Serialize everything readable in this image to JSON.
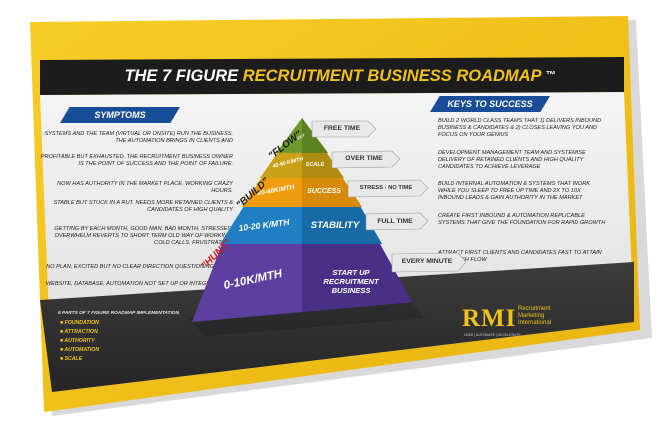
{
  "title": {
    "prefix": "THE 7 FIGURE",
    "highlight": "RECRUITMENT BUSINESS ROADMAP",
    "mark": "™"
  },
  "symptoms_tag": "SYMPTOMS",
  "keys_tag": "KEYS TO SUCCESS",
  "symptoms": [
    "SYSTEMS AND THE TEAM (VIRTUAL OR ONSITE) RUN THE BUSINESS. THE AUTOMATION BRINGS IN CLIENTS AND",
    "PROFITABLE BUT EXHAUSTED. THE RECRUITMENT BUSINESS OWNER IS THE POINT OF SUCCESS AND THE POINT OF FAILURE.",
    "NOW HAS AUTHORITY IN THE MARKET PLACE. WORKING CRAZY HOURS.",
    "STABLE BUT STUCK IN A RUT. NEEDS MORE RETAINED CLIENTS & CANDIDATES OF HIGH QUALITY",
    "GETTING BY EACH MONTH, GOOD MAN, BAD MONTH, STRESSED, OVERWHELM REVERTS TO SHORT TERM OLD WAY OF WORKING, COLD CALLS, FRUSTRATION.",
    "NO PLAN, EXCITED BUT NO CLEAR DIRECTION QUESTIONING NICHE",
    "WEBSITE, DATABASE, AUTOMATION NOT SET UP OR INTEGRATED AT ALL"
  ],
  "keys": [
    "BUILD 2 WORLD CLASS TEAMS THAT 1) DELIVERS INBOUND BUSINESS & CANDIDATES & 2) CLOSES LEAVING YOU AND FOCUS ON YOUR GENIUS",
    "DEVELOPMENT MANAGEMENT TEAM AND SYSTEMISE DELIVERY OF RETAINED CLIENTS AND HIGH QUALITY CANDIDATES TO ACHIEVE LEVERAGE",
    "BUILD INTERNAL AUTOMATION & SYSTEMS THAT WORK WHILE YOU SLEEP TO FREE UP TIME AND 2X TO 10X INBOUND LEADS & GAIN AUTHORITY IN THE MARKET",
    "CREATE FIRST INBOUND & AUTOMATION REPLICABLE SYSTEMS THAT GIVE THE FOUNDATION FOR RAPID GROWTH",
    "ATTRACT FIRST CLIENTS AND CANDIDATES FAST TO ATTAIN FAST CASH FLOW"
  ],
  "tiers": [
    {
      "value": "EXIT",
      "stage": ""
    },
    {
      "value": "40-60 K/MTH",
      "stage": "SCALE"
    },
    {
      "value": "20-40K/MTH",
      "stage": "SUCCESS"
    },
    {
      "value": "10-20 K/MTH",
      "stage": "STABILITY"
    },
    {
      "value": "0-10K/MTH",
      "stage": "START UP RECRUITMENT BUSINESS"
    }
  ],
  "time_labels": [
    "FREE TIME",
    "OVER TIME",
    "STRESS - NO TIME",
    "FULL TIME",
    "EVERY MINUTE"
  ],
  "phase_labels": {
    "top": "\"FLOW\"",
    "middle": "\"BUILD\"",
    "bottom": "\"HUNT\""
  },
  "bottom_list": {
    "heading": "5 PARTS OF 7 FIGURE ROADMAP IMPLEMENTATION",
    "items": [
      "FOUNDATION",
      "ATTRACTION",
      "AUTHORITY",
      "AUTOMATION",
      "SCALE"
    ]
  },
  "logo": {
    "mark": "RMI",
    "lines": [
      "Recruitment",
      "Marketing",
      "International"
    ],
    "tagline": "LEAD  |  AUTOMATE  |  ACCELERATE"
  },
  "colors": {
    "cover_yellow": "#f5c417",
    "title_band": "#1c1c1c",
    "title_highlight": "#f2c21b",
    "tag_blue": "#1a4d98",
    "dark_band": "#2b2b2b",
    "tier_exit": "#6e9a2a",
    "tier_scale": "#c9a21a",
    "tier_success": "#ef9d0c",
    "tier_stability": "#1f7fc2",
    "tier_startup": "#5d3fa0",
    "phase_red": "#d61a1a"
  }
}
